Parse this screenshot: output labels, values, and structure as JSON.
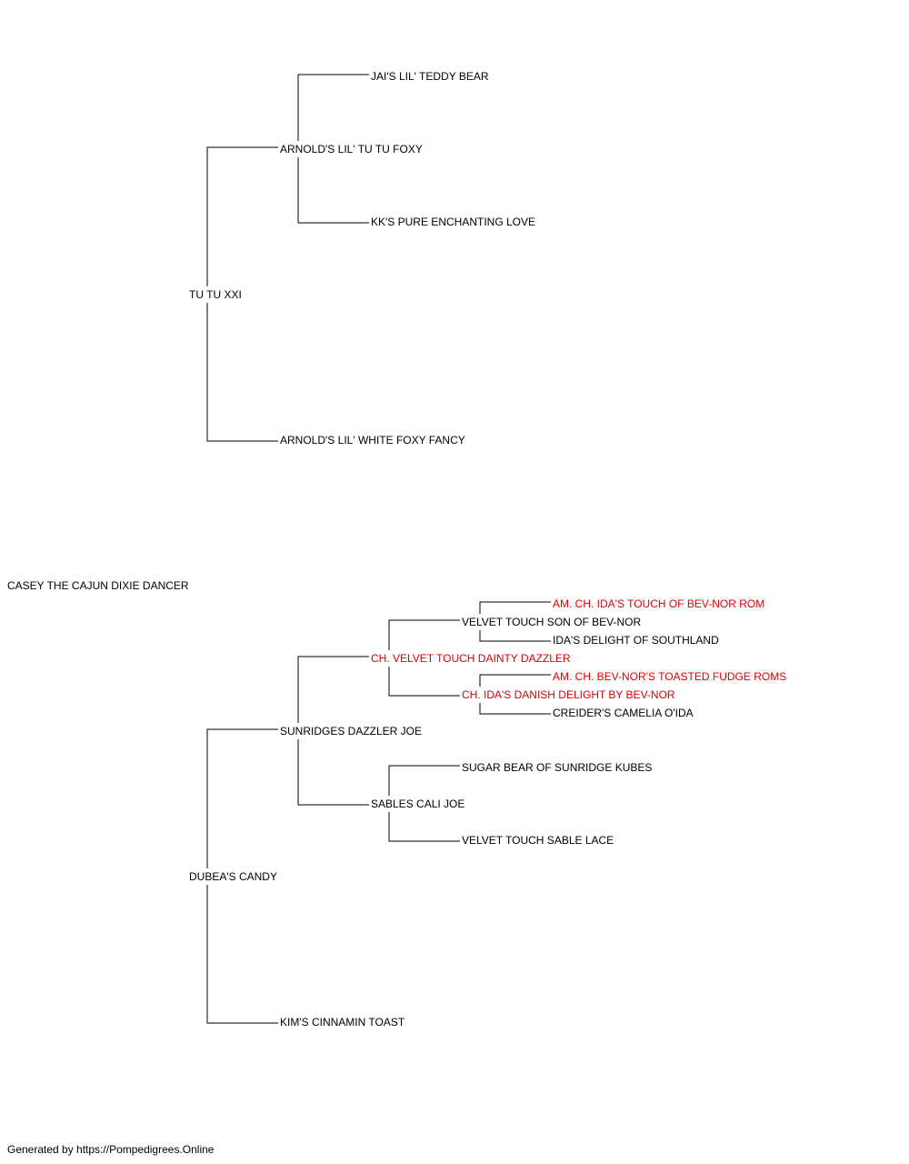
{
  "colors": {
    "normal_text": "#000000",
    "champion_text": "#e00000",
    "line": "#000000"
  },
  "pedigree": {
    "subject": "CASEY THE CAJUN DIXIE DANCER",
    "sire": {
      "name": "TU TU XXI",
      "sire": {
        "name": "ARNOLD'S LIL' TU TU FOXY",
        "sire": {
          "name": "JAI'S LIL' TEDDY BEAR"
        },
        "dam": {
          "name": "KK'S PURE ENCHANTING LOVE"
        }
      },
      "dam": {
        "name": "ARNOLD'S LIL' WHITE FOXY FANCY"
      }
    },
    "dam": {
      "name": "DUBEA'S CANDY",
      "sire": {
        "name": "SUNRIDGES DAZZLER JOE",
        "sire": {
          "name": "CH. VELVET TOUCH DAINTY DAZZLER",
          "champion": true,
          "sire": {
            "name": "VELVET TOUCH SON OF BEV-NOR",
            "sire": {
              "name": "AM. CH. IDA'S TOUCH OF BEV-NOR ROM",
              "champion": true
            },
            "dam": {
              "name": "IDA'S DELIGHT OF SOUTHLAND"
            }
          },
          "dam": {
            "name": "CH. IDA'S DANISH DELIGHT BY BEV-NOR",
            "champion": true,
            "sire": {
              "name": "AM. CH. BEV-NOR'S TOASTED FUDGE ROMS",
              "champion": true
            },
            "dam": {
              "name": "CREIDER'S CAMELIA O'IDA"
            }
          }
        },
        "dam": {
          "name": "SABLES CALI JOE",
          "sire": {
            "name": "SUGAR BEAR OF SUNRIDGE KUBES"
          },
          "dam": {
            "name": "VELVET TOUCH SABLE LACE"
          }
        }
      },
      "dam": {
        "name": "KIM'S CINNAMIN TOAST"
      }
    }
  },
  "footer": {
    "text": "Generated by https://Pompedigrees.Online"
  }
}
